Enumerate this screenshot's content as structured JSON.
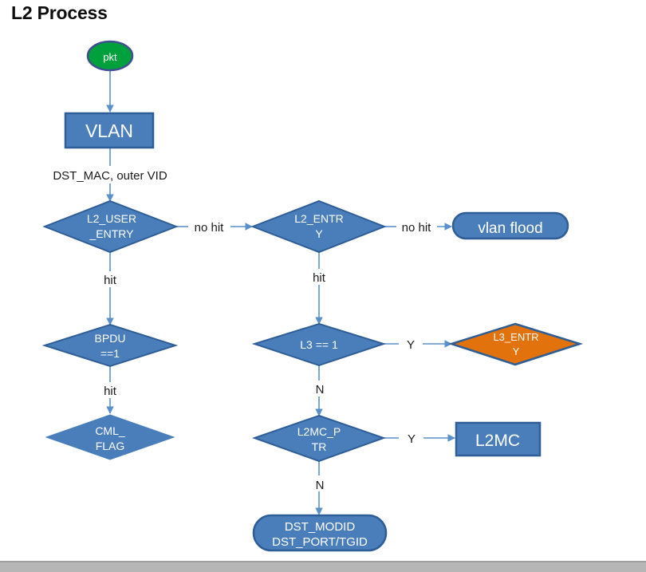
{
  "title": "L2 Process",
  "colors": {
    "node_blue_fill": "#4a7ebb",
    "node_blue_border": "#2f5e96",
    "node_orange_fill": "#e2720c",
    "node_orange_border": "#2f5e96",
    "start_green_fill": "#00a03c",
    "start_green_border": "#3f4f8f",
    "connector": "#5b8fc9",
    "label_text": "#1a1a1a",
    "title_text": "#0d0d0d",
    "statusbar": "#b6b6b6"
  },
  "nodes": {
    "start": {
      "label": "pkt",
      "shape": "ellipse"
    },
    "vlan": {
      "label": "VLAN",
      "shape": "rectangle"
    },
    "l2_user_entry": {
      "label_line1": "L2_USER",
      "label_line2": "_ENTRY",
      "shape": "diamond"
    },
    "l2_entry": {
      "label_line1": "L2_ENTR",
      "label_line2": "Y",
      "shape": "diamond"
    },
    "vlan_flood": {
      "label": "vlan flood",
      "shape": "stadium"
    },
    "bpdu": {
      "label_line1": "BPDU",
      "label_line2": "==1",
      "shape": "diamond"
    },
    "l3_check": {
      "label": "L3 == 1",
      "shape": "diamond"
    },
    "l3_entry": {
      "label_line1": "L3_ENTR",
      "label_line2": "Y",
      "shape": "diamond"
    },
    "cml_flag": {
      "label_line1": "CML_",
      "label_line2": "FLAG",
      "shape": "diamond"
    },
    "l2mc_ptr": {
      "label_line1": "L2MC_P",
      "label_line2": "TR",
      "shape": "diamond"
    },
    "l2mc": {
      "label": "L2MC",
      "shape": "rectangle"
    },
    "dst": {
      "label_line1": "DST_MODID",
      "label_line2": "DST_PORT/TGID",
      "shape": "stadium"
    }
  },
  "edge_labels": {
    "dst_mac_outer_vid": "DST_MAC, outer VID",
    "no_hit_1": "no hit",
    "no_hit_2": "no hit",
    "hit_1": "hit",
    "hit_2": "hit",
    "hit_3": "hit",
    "yes_1": "Y",
    "yes_2": "Y",
    "no_1": "N",
    "no_2": "N"
  }
}
